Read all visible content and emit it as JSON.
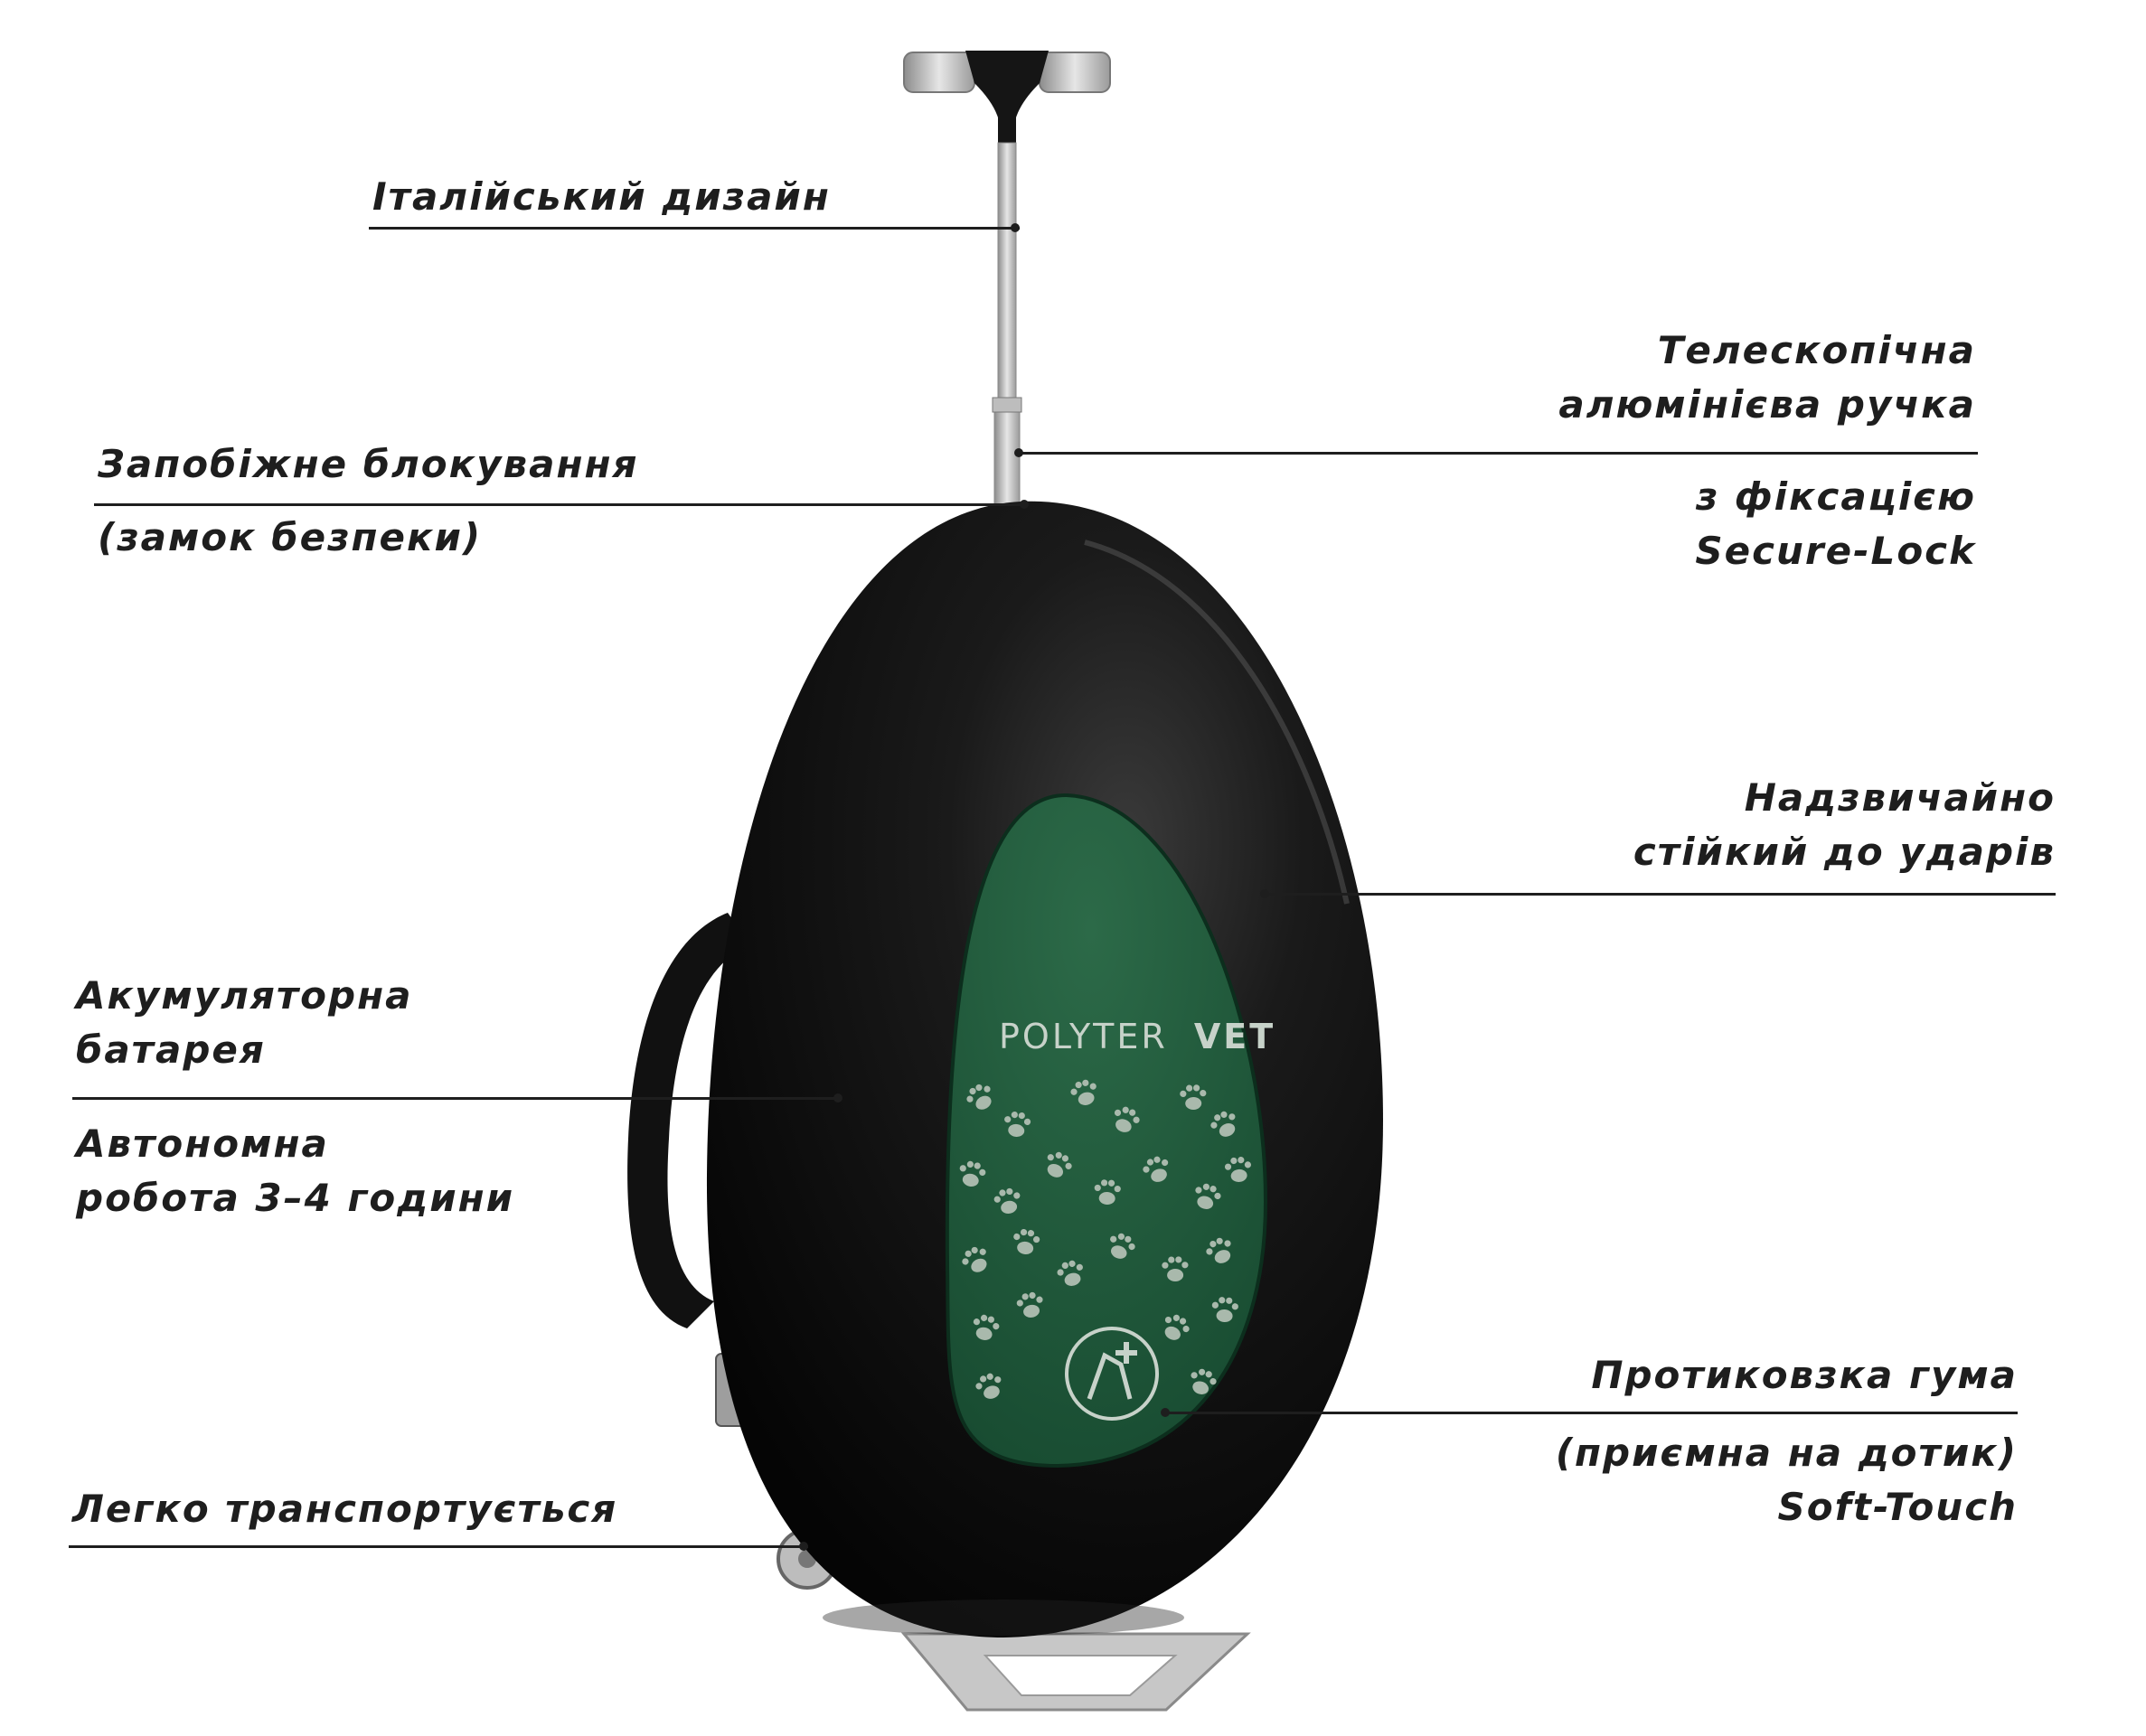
{
  "brand": {
    "logo_text_light": "POLYTER",
    "logo_text_bold": "VET"
  },
  "colors": {
    "shell": "#0f0f0f",
    "panel": "#1f5a3a",
    "paw": "#a9b9ac",
    "text": "#1e1e1e",
    "handle": "#c9c9c9"
  },
  "icons": [
    "paw-print-icon",
    "veterinary-cross-emblem-icon"
  ],
  "callouts": {
    "italian_design": "Італійський дизайн",
    "telescopic_handle": {
      "line1": "Телескопічна",
      "line2": "алюмінієва ручка",
      "line3": "з фіксацією",
      "line4": "Secure-Lock"
    },
    "safety_lock": {
      "line1": "Запобіжне блокування",
      "line2": "(замок безпеки)"
    },
    "impact_resistant": {
      "line1": "Надзвичайно",
      "line2": "стійкий до ударів"
    },
    "battery": {
      "line1": "Акумуляторна",
      "line2": "батарея",
      "line3": "Автономна",
      "line4": "робота 3–4 години"
    },
    "anti_slip_rubber": {
      "line1": "Протиковзка гума",
      "line2": "(приємна на дотик)",
      "line3": "Soft-Touch"
    },
    "easy_transport": "Легко транспортується"
  }
}
